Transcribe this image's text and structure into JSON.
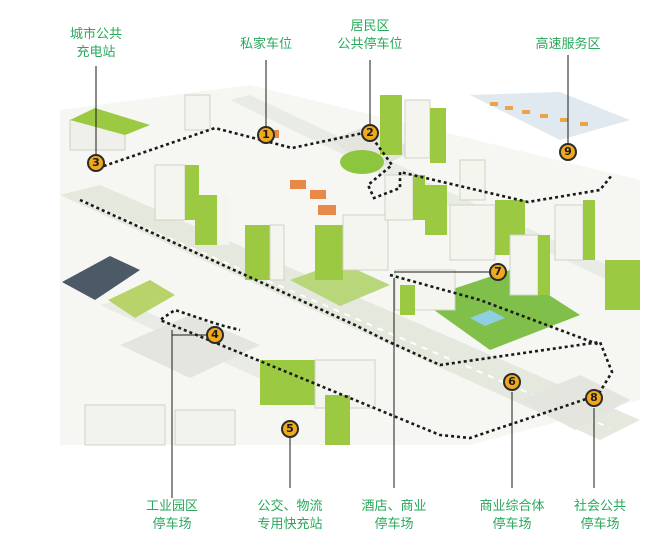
{
  "colors": {
    "accent": "#27a95b",
    "marker": "#f0a81d",
    "building": "#9bc942",
    "building_light": "#f5f5ef",
    "route": "#1a1a1a",
    "road": "#e9ece4"
  },
  "labels": [
    {
      "id": 3,
      "lines": [
        "城市公共",
        "充电站"
      ]
    },
    {
      "id": 1,
      "lines": [
        "私家车位"
      ]
    },
    {
      "id": 2,
      "lines": [
        "居民区",
        "公共停车位"
      ]
    },
    {
      "id": 9,
      "lines": [
        "高速服务区"
      ]
    },
    {
      "id": 4,
      "lines": [
        "工业园区",
        "停车场"
      ]
    },
    {
      "id": 5,
      "lines": [
        "公交、物流",
        "专用快充站"
      ]
    },
    {
      "id": 7,
      "lines": [
        "酒店、商业",
        "停车场"
      ]
    },
    {
      "id": 6,
      "lines": [
        "商业综合体",
        "停车场"
      ]
    },
    {
      "id": 8,
      "lines": [
        "社会公共",
        "停车场"
      ]
    }
  ],
  "markers": [
    "1",
    "2",
    "3",
    "4",
    "5",
    "6",
    "7",
    "8",
    "9"
  ]
}
